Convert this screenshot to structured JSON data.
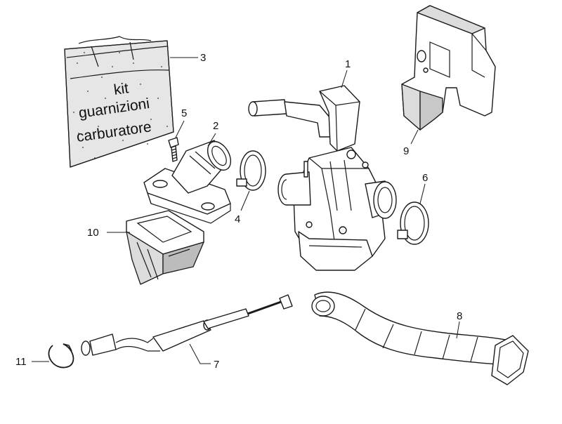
{
  "callouts": [
    {
      "id": "1",
      "label": "1"
    },
    {
      "id": "2",
      "label": "2"
    },
    {
      "id": "3",
      "label": "3"
    },
    {
      "id": "4",
      "label": "4"
    },
    {
      "id": "5",
      "label": "5"
    },
    {
      "id": "6",
      "label": "6"
    },
    {
      "id": "7",
      "label": "7"
    },
    {
      "id": "8",
      "label": "8"
    },
    {
      "id": "9",
      "label": "9"
    },
    {
      "id": "10",
      "label": "10"
    },
    {
      "id": "11",
      "label": "11"
    }
  ],
  "gasket_kit_bag": {
    "line1": "kit",
    "line2": "guarnizioni",
    "line3": "carburatore"
  }
}
